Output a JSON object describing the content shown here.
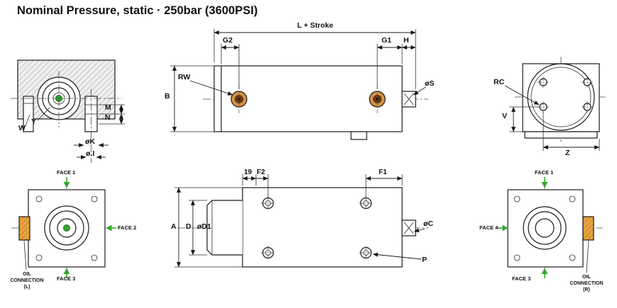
{
  "title": "Nominal Pressure, static · 250bar (3600PSI)",
  "colors": {
    "face_arrow_green": "#36a52d",
    "oil_connection_orange": "#e8a440",
    "port_bronze": "#d6913f",
    "line_color": "#1a1a1a"
  },
  "section_view": {
    "w": "W",
    "y": "Y",
    "m": "M",
    "n": "N",
    "ok": "øK",
    "oi": "ø.I"
  },
  "side_view": {
    "l_stroke": "L + Stroke",
    "g2": "G2",
    "g1": "G1",
    "h": "H",
    "rw": "RW",
    "b": "B",
    "os": "øS"
  },
  "end_view_top": {
    "rc": "RC",
    "v": "V",
    "z": "Z"
  },
  "front_view": {
    "face1": "FACE 1",
    "face2": "FACE 2",
    "face3": "FACE 3",
    "oil": "OIL CONNECTION (L)"
  },
  "top_view": {
    "d19": "19",
    "f2": "F2",
    "f1": "F1",
    "a": "A",
    "d": "D",
    "od1": "øD1",
    "oc": "øC",
    "p": "P"
  },
  "end_view_right": {
    "face1": "FACE 1",
    "face4": "FACE 4",
    "face3": "FACE 3",
    "oil": "OIL CONNECTION (R)"
  }
}
